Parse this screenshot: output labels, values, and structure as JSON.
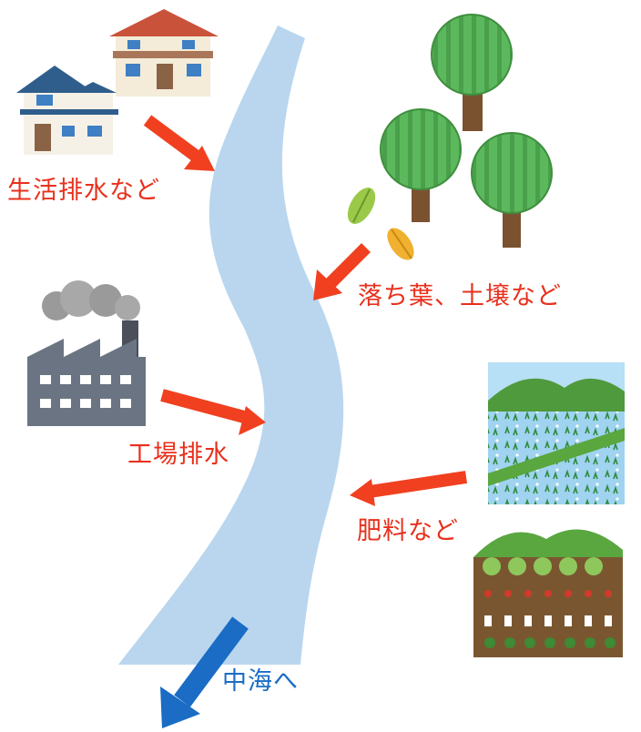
{
  "labels": {
    "household": "生活排水など",
    "leaves": "落ち葉、土壌など",
    "factory": "工場排水",
    "fertilizer": "肥料など",
    "sea": "中海へ"
  },
  "colors": {
    "river": "#b9d6ee",
    "arrow_red": "#f04020",
    "arrow_blue": "#1a6cc4",
    "label_red": "#e8301c",
    "label_blue": "#1a6cc4"
  },
  "icons": {
    "houses": "houses-icon",
    "trees": "forest-trees-icon",
    "leaves": "fallen-leaves-icon",
    "factory": "factory-icon",
    "rice_field": "rice-paddy-icon",
    "vegetable_field": "vegetable-field-icon"
  }
}
